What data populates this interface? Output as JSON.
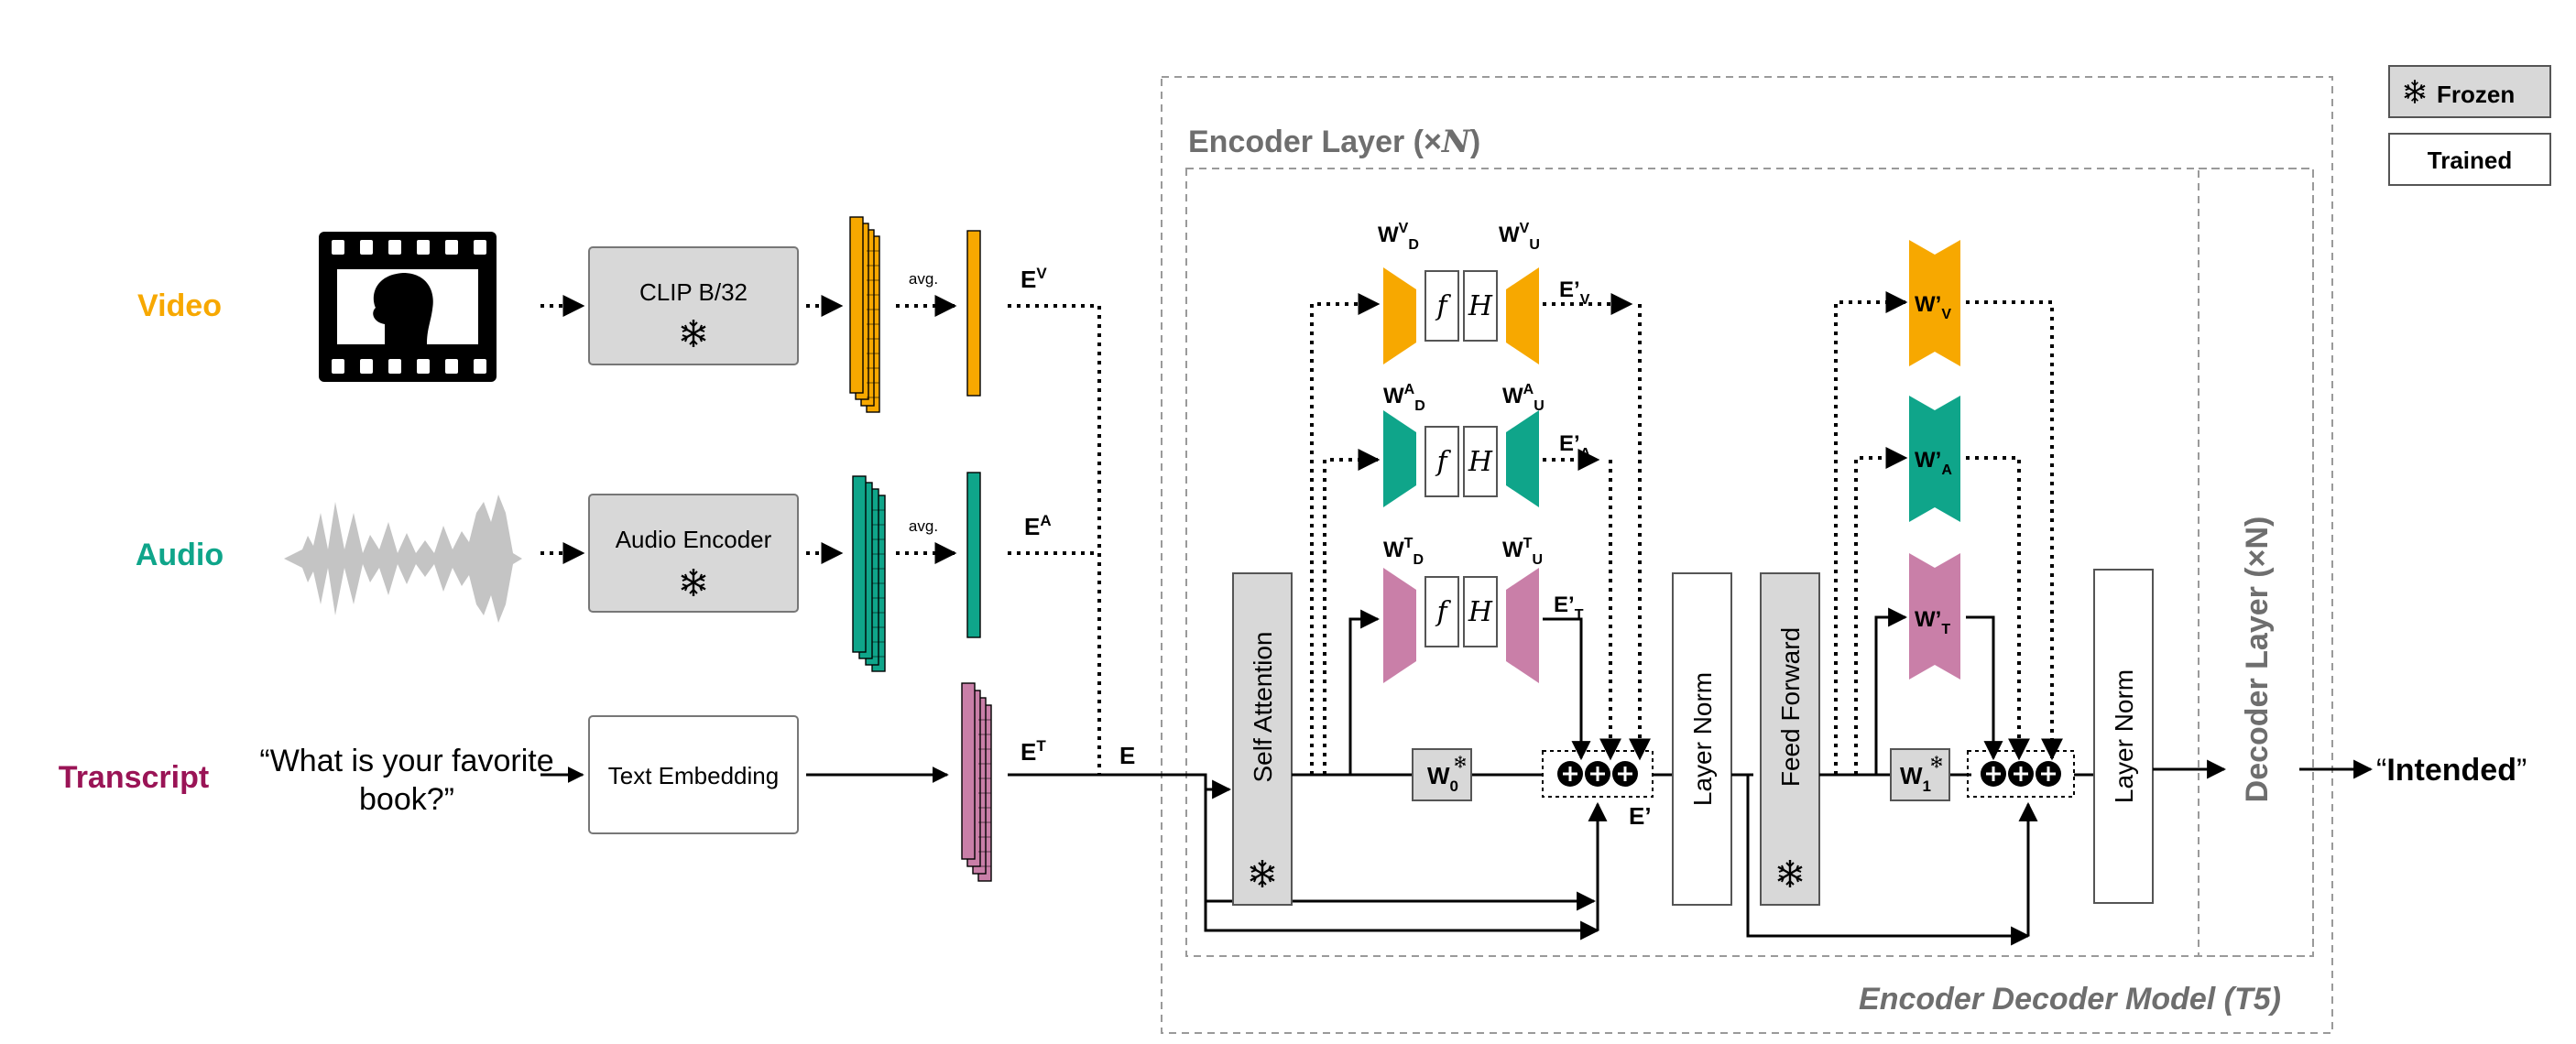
{
  "modalities": {
    "video": "Video",
    "audio": "Audio",
    "transcript": "Transcript"
  },
  "transcript_text": {
    "line1": "“What is your favorite",
    "line2": "book?”"
  },
  "encoders": {
    "clip": "CLIP B/32",
    "audio": "Audio Encoder",
    "text": "Text Embedding"
  },
  "avg_label": "avg.",
  "embeddings": {
    "ev_base": "E",
    "ev_sup": "V",
    "ea_base": "E",
    "ea_sup": "A",
    "et_base": "E",
    "et_sup": "T",
    "e": "E"
  },
  "encoder_layer_title": {
    "prefix": "Encoder Layer (×",
    "n": "N",
    "suffix": ")"
  },
  "decoder_layer_title": "Decoder Layer (×N)",
  "model_title": "Encoder Decoder Model (T5)",
  "legend": {
    "frozen": "Frozen",
    "trained": "Trained"
  },
  "blocks": {
    "self_attention": "Self Attention",
    "layer_norm_1": "Layer Norm",
    "feed_forward": "Feed Forward",
    "layer_norm_2": "Layer Norm"
  },
  "adapters": {
    "video": {
      "down_b": "W",
      "down_sup": "V",
      "down_sub": "D",
      "up_b": "W",
      "up_sup": "V",
      "up_sub": "U",
      "out_b": "E’",
      "out_sub": "V"
    },
    "audio": {
      "down_b": "W",
      "down_sup": "A",
      "down_sub": "D",
      "up_b": "W",
      "up_sup": "A",
      "up_sub": "U",
      "out_b": "E’",
      "out_sub": "A"
    },
    "text": {
      "down_b": "W",
      "down_sup": "T",
      "down_sub": "D",
      "up_b": "W",
      "up_sup": "T",
      "up_sub": "U",
      "out_b": "E’",
      "out_sub": "T"
    },
    "f": "f",
    "h": "H"
  },
  "ff_adapters": {
    "video": {
      "b": "W’",
      "sub": "V"
    },
    "audio": {
      "b": "W’",
      "sub": "A"
    },
    "text": {
      "b": "W’",
      "sub": "T"
    }
  },
  "weights": {
    "w0_b": "W",
    "w0_sub": "0",
    "w1_b": "W",
    "w1_sub": "1"
  },
  "e_prime": "E’",
  "output": {
    "open_quote": "“",
    "word": "Intended",
    "close_quote": "”"
  },
  "colors": {
    "video": "#F7A800",
    "audio": "#0FA58A",
    "text": "#C97FA8",
    "transcript_label": "#9A1456",
    "frozen_fill": "#D8D8D8",
    "gray_text": "#6E6E6E"
  }
}
